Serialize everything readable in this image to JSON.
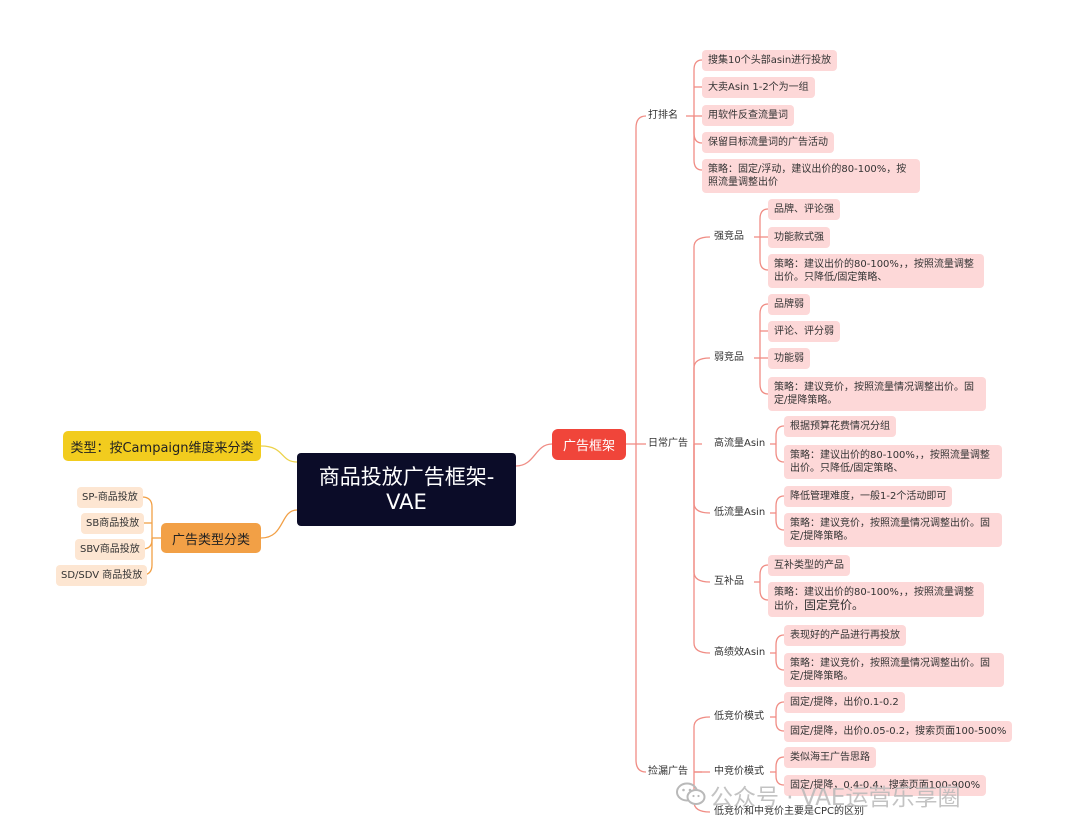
{
  "root": {
    "line1": "商品投放广告框架-",
    "line2": "VAE"
  },
  "left": {
    "type_node": "类型：按Campaign维度来分类",
    "ad_type_node": "广告类型分类",
    "ad_types": [
      "SP-商品投放",
      "SB商品投放",
      "SBV商品投放",
      "SD/SDV 商品投放"
    ]
  },
  "framework": {
    "label": "广告框架",
    "rank": {
      "label": "打排名",
      "items": [
        "搜集10个头部asin进行投放",
        "大卖Asin 1-2个为一组",
        "用软件反查流量词",
        "保留目标流量词的广告活动",
        "策略：固定/浮动，建议出价的80-100%，按照流量调整出价"
      ]
    },
    "daily": {
      "label": "日常广告",
      "strong": {
        "label": "强竞品",
        "items": [
          "品牌、评论强",
          "功能款式强",
          "策略：建议出价的80-100%，，按照流量调整出价。只降低/固定策略、"
        ]
      },
      "weak": {
        "label": "弱竞品",
        "items": [
          "品牌弱",
          "评论、评分弱",
          "功能弱",
          "策略：建议竞价，按照流量情况调整出价。固定/提降策略。"
        ]
      },
      "high": {
        "label": "高流量Asin",
        "items": [
          "根据预算花费情况分组",
          "策略：建议出价的80-100%，，按照流量调整出价。只降低/固定策略、"
        ]
      },
      "low": {
        "label": "低流量Asin",
        "items": [
          "降低管理难度，一般1-2个活动即可",
          "策略：建议竞价，按照流量情况调整出价。固定/提降策略。"
        ]
      },
      "complement": {
        "label": "互补品",
        "items": [
          "互补类型的产品",
          "策略：建议出价的80-100%，，按照流量调整出价，",
          "固定竞价。"
        ]
      },
      "high_perf": {
        "label": "高绩效Asin",
        "items": [
          "表现好的产品进行再投放",
          "策略：建议竞价，按照流量情况调整出价。固定/提降策略。"
        ]
      }
    },
    "leak": {
      "label": "捡漏广告",
      "low_bid": {
        "label": "低竞价模式",
        "items": [
          "固定/提降，出价0.1-0.2",
          "固定/提降，出价0.05-0.2，搜索页面100-500%"
        ]
      },
      "mid_bid": {
        "label": "中竞价模式",
        "items": [
          "类似海王广告思路",
          "固定/提降，0.4-0.4，搜索页面100-900%"
        ]
      },
      "diff": "低竞价和中竞价主要是CPC的区别"
    }
  },
  "watermark": "公众号 · VAE运营乐享圈",
  "colors": {
    "root": "#0b0c28",
    "red": "#f0453a",
    "yellow": "#f2cc1e",
    "orange": "#f2a046",
    "pink": "#fdd8d8",
    "peach": "#fde6d2",
    "line": "#f2958c"
  }
}
